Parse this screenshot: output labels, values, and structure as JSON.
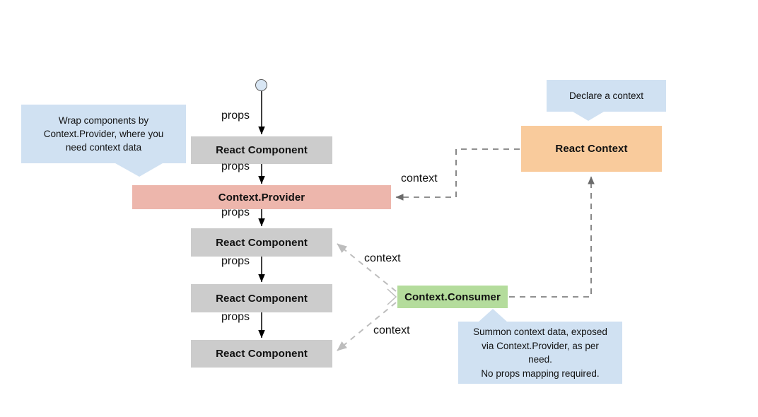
{
  "diagram": {
    "title": "React Context data flow diagram",
    "colors": {
      "component": "#cccccc",
      "provider": "#edb6ac",
      "context": "#f9cb9c",
      "consumer": "#b4dc9c",
      "callout": "#d0e1f2",
      "solid_arrow": "#000000",
      "dashed_arrow": "#6b6b6b",
      "dashed_arrow_light": "#bdbdbd"
    },
    "nodes": [
      {
        "id": "component-1",
        "label": "React Component"
      },
      {
        "id": "provider",
        "label": "Context.Provider"
      },
      {
        "id": "component-2",
        "label": "React Component"
      },
      {
        "id": "component-3",
        "label": "React Component"
      },
      {
        "id": "component-4",
        "label": "React Component"
      },
      {
        "id": "react-context",
        "label": "React Context"
      },
      {
        "id": "consumer",
        "label": "Context.Consumer"
      }
    ],
    "callouts": [
      {
        "id": "wrap-note",
        "text": "Wrap components by\nContext.Provider, where you\nneed context data"
      },
      {
        "id": "declare-note",
        "text": "Declare a context"
      },
      {
        "id": "summon-note",
        "text": "Summon context data, exposed\nvia Context.Provider, as per\nneed.\nNo props mapping required."
      }
    ],
    "edge_labels": {
      "props_1": "props",
      "props_2": "props",
      "props_3": "props",
      "props_4": "props",
      "props_5": "props",
      "context_provider": "context",
      "context_upper": "context",
      "context_lower": "context"
    }
  }
}
